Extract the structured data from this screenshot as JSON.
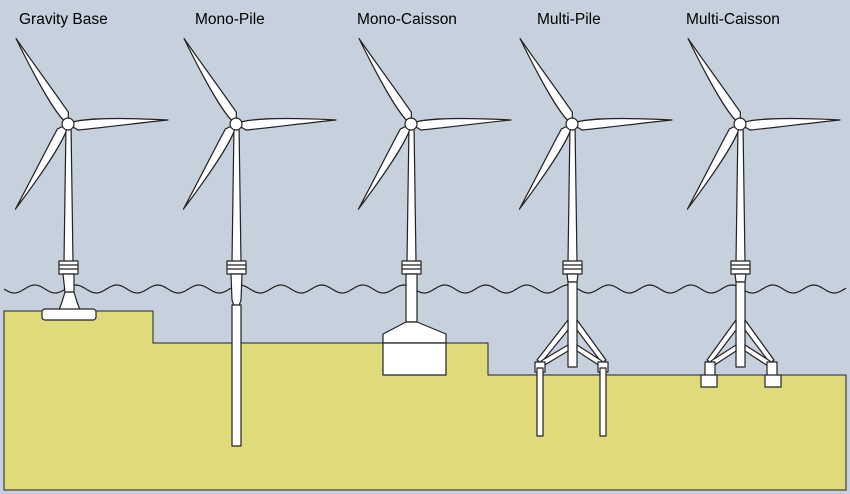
{
  "colors": {
    "sky": "#c6d1dd",
    "seabed": "#e0db7a",
    "structure": "#ffffff",
    "outline": "#222222"
  },
  "foundations": [
    {
      "label": "Gravity Base"
    },
    {
      "label": "Mono-Pile"
    },
    {
      "label": "Mono-Caisson"
    },
    {
      "label": "Multi-Pile"
    },
    {
      "label": "Multi-Caisson"
    }
  ]
}
